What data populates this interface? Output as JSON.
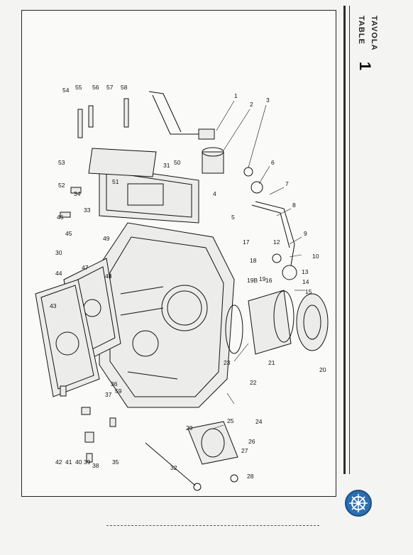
{
  "header": {
    "title_it": "TAVOLA",
    "title_en": "TABLE",
    "table_number": "1"
  },
  "logo": {
    "icon": "ship-wheel-icon",
    "color": "#2a6fb0"
  },
  "parts": [
    "1",
    "2",
    "3",
    "4",
    "5",
    "6",
    "7",
    "8",
    "9",
    "10",
    "12",
    "13",
    "14",
    "15",
    "16",
    "17",
    "18",
    "19",
    "19B",
    "20",
    "21",
    "22",
    "23",
    "24",
    "25",
    "26",
    "27",
    "28",
    "29",
    "30",
    "31",
    "32",
    "33",
    "34",
    "35",
    "36",
    "37",
    "38",
    "39",
    "40",
    "41",
    "42",
    "43",
    "44",
    "45",
    "46",
    "47",
    "48",
    "49",
    "50",
    "51",
    "52",
    "53",
    "54",
    "55",
    "56",
    "57",
    "58",
    "59"
  ]
}
